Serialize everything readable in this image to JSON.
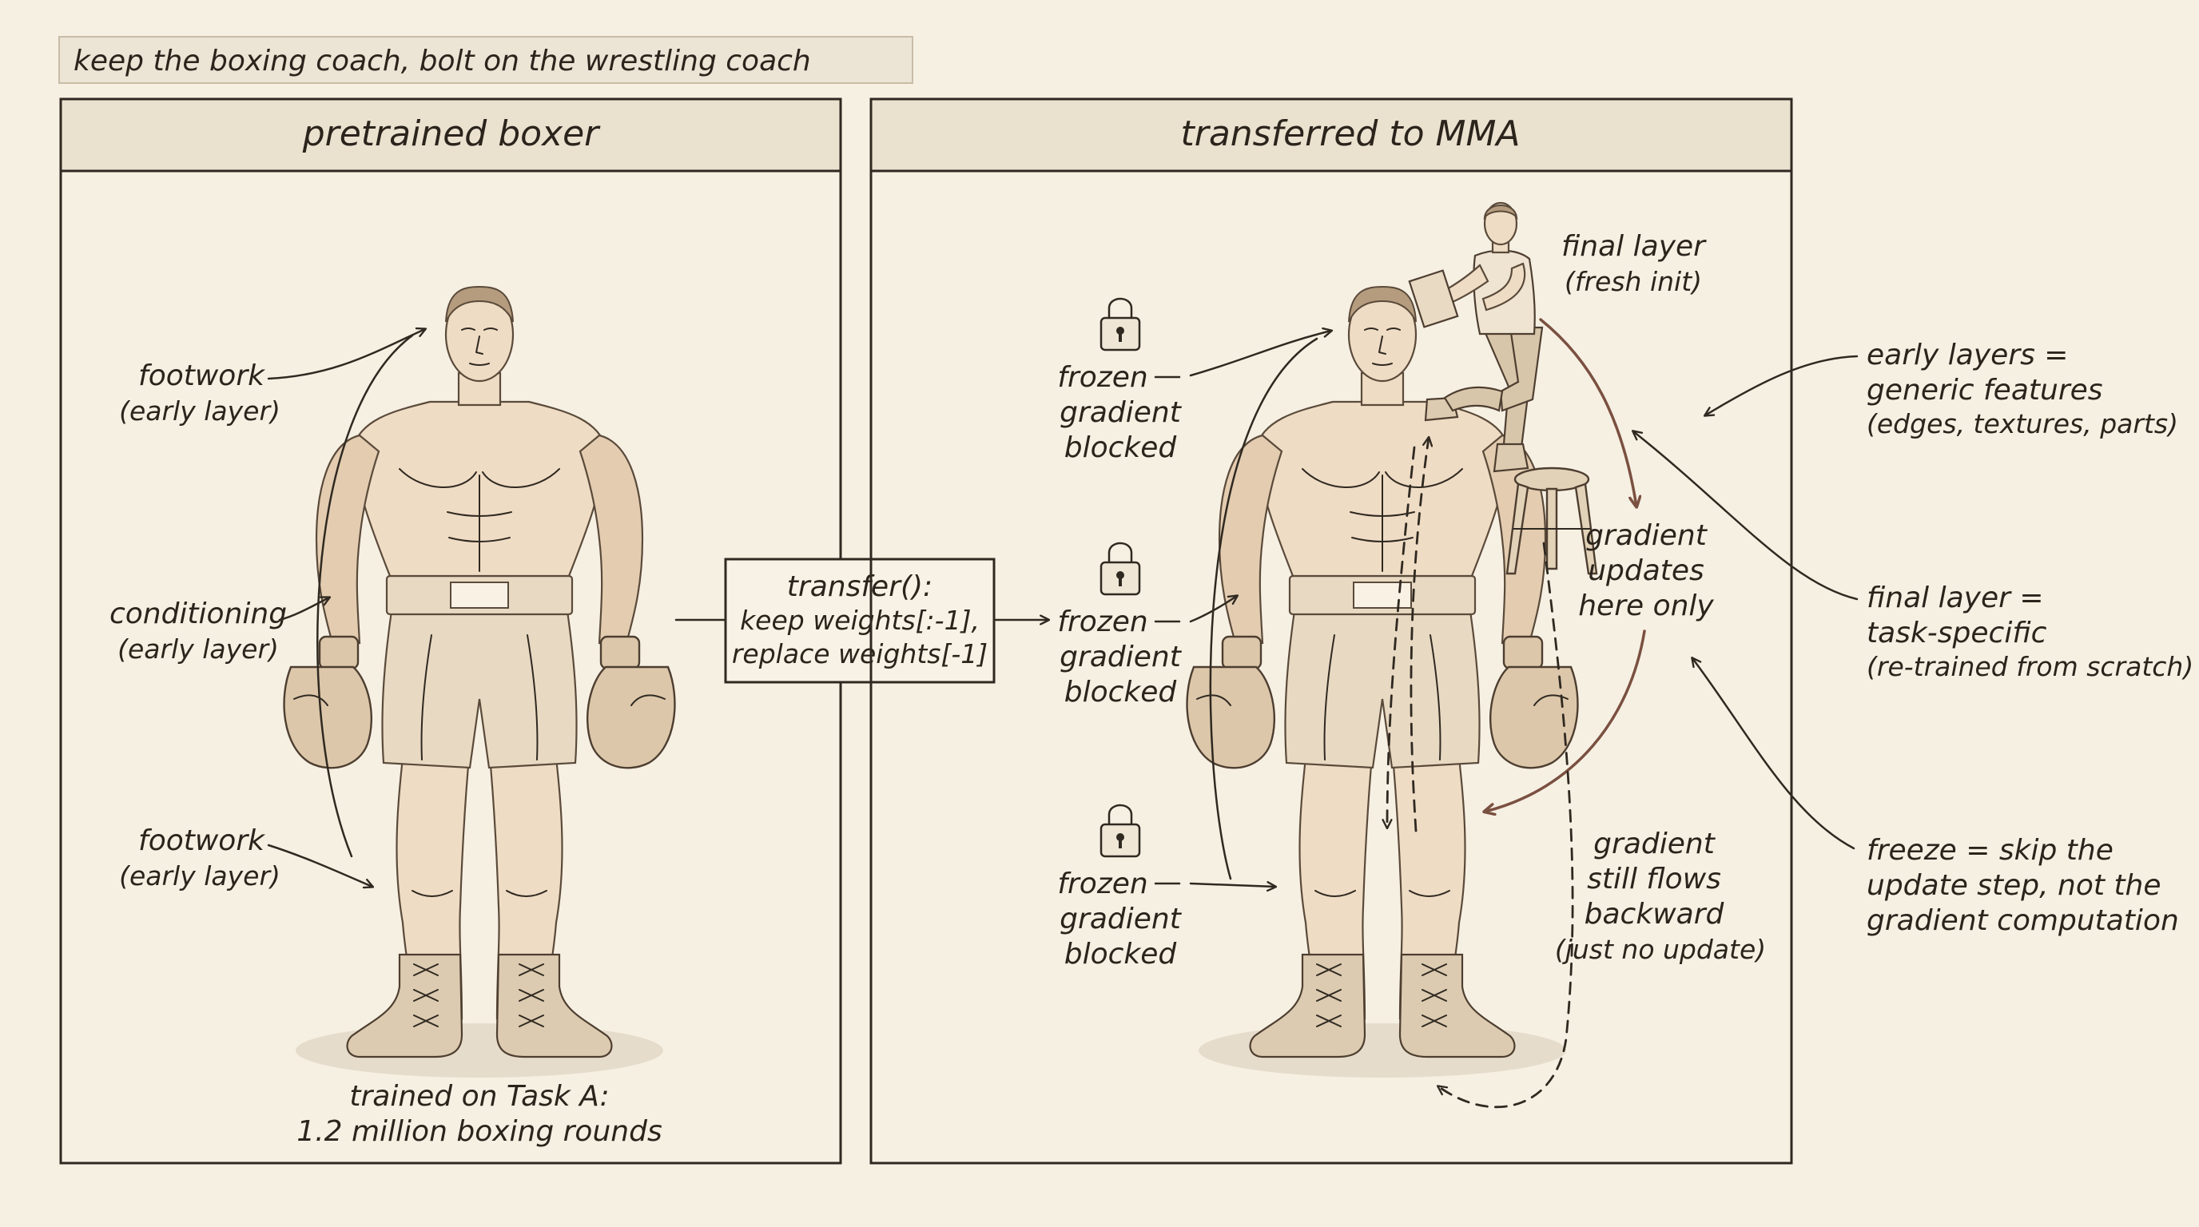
{
  "caption": "keep the boxing coach, bolt on the wrestling coach",
  "left_panel": {
    "title": "pretrained boxer",
    "labels": [
      {
        "line1": "footwork",
        "line2": "(early layer)"
      },
      {
        "line1": "conditioning",
        "line2": "(early layer)"
      },
      {
        "line1": "footwork",
        "line2": "(early layer)"
      }
    ],
    "footer": {
      "line1": "trained on Task A:",
      "line2": "1.2 million boxing rounds"
    }
  },
  "transfer_box": {
    "line1": "transfer():",
    "line2": "keep weights[:-1],",
    "line3": "replace weights[-1]"
  },
  "right_panel": {
    "title": "transferred to MMA",
    "frozen_labels": [
      {
        "line1": "frozen",
        "line2": "gradient",
        "line3": "blocked"
      },
      {
        "line1": "frozen",
        "line2": "gradient",
        "line3": "blocked"
      },
      {
        "line1": "frozen",
        "line2": "gradient",
        "line3": "blocked"
      }
    ],
    "final_layer": {
      "line1": "final layer",
      "line2": "(fresh init)"
    },
    "gradient_updates": {
      "line1": "gradient",
      "line2": "updates",
      "line3": "here only"
    },
    "gradient_flows": {
      "line1": "gradient",
      "line2": "still flows",
      "line3": "backward",
      "line4": "(just no update)"
    }
  },
  "notes": [
    {
      "line1": "early layers =",
      "line2": "generic features",
      "line3": "(edges, textures, parts)"
    },
    {
      "line1": "final layer =",
      "line2": "task-specific",
      "line3": "(re-trained from scratch)"
    },
    {
      "line1": "freeze = skip the",
      "line2": "update step, not the",
      "line3": "gradient computation"
    }
  ]
}
